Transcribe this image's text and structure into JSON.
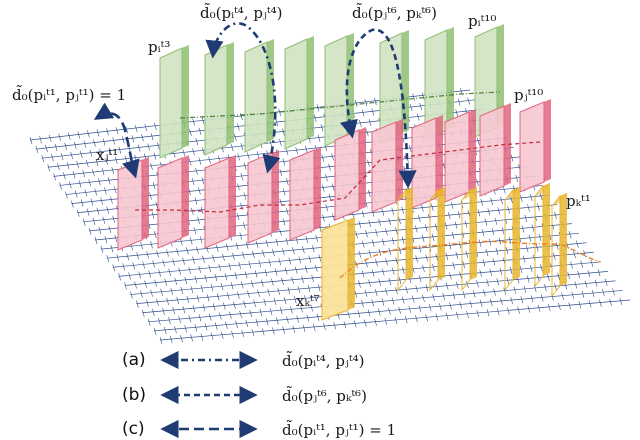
{
  "labels": {
    "d_top_left": "d̃₀(pᵢᵗ⁴, pⱼᵗ⁴)",
    "d_top_right": "d̃₀(pⱼᵗ⁶, pₖᵗ⁶)",
    "d_left": "d̃₀(pᵢᵗ¹, pⱼᵗ¹) = 1",
    "pi_t3": "pᵢᵗ³",
    "pi_t10": "pᵢᵗ¹⁰",
    "pj_t10": "pⱼᵗ¹⁰",
    "xj_t1": "xⱼᵗ¹",
    "pk_t1": "pₖᵗ¹",
    "xk_t7": "xₖᵗ⁷"
  },
  "legend": [
    {
      "tag": "(a)",
      "style": "dash-dot",
      "formula": "d̃₀(pᵢᵗ⁴, pⱼᵗ⁴)"
    },
    {
      "tag": "(b)",
      "style": "dashed",
      "formula": "d̃₀(pⱼᵗ⁶, pₖᵗ⁶)"
    },
    {
      "tag": "(c)",
      "style": "long-dash",
      "formula": "d̃₀(pᵢᵗ¹, pⱼᵗ¹) = 1"
    }
  ],
  "colors": {
    "grid": "#2f4f8f",
    "arrow": "#1f3b73",
    "green_face": "#cfe3c1",
    "green_edge": "#8fbf73",
    "pink_face": "#f6c6d0",
    "pink_edge": "#e0657f",
    "yellow_face": "#fbe39a",
    "yellow_edge": "#e9b52e",
    "orange": "#f07f1e"
  }
}
